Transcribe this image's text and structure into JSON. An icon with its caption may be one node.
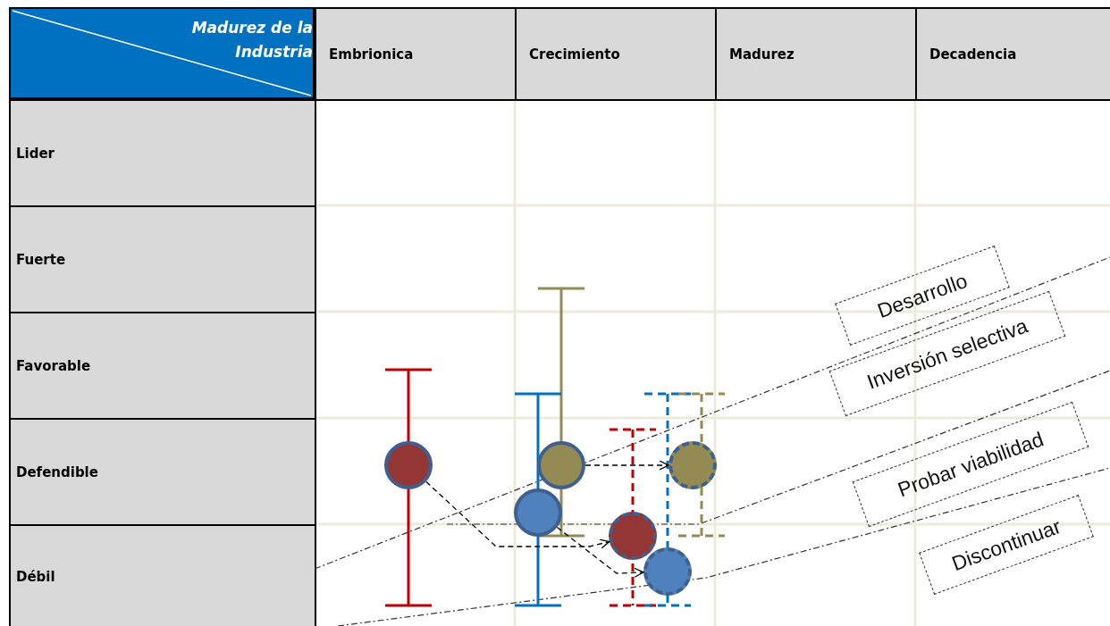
{
  "diagram": {
    "nodes": [
      {
        "text": [],
        "shape": "circle"
      },
      {
        "text": [],
        "shape": "circle"
      },
      {
        "text": [],
        "shape": "circle"
      },
      {
        "text": [],
        "shape": "circle"
      },
      {
        "text": [],
        "shape": "circle"
      },
      {
        "text": [],
        "shape": "circle"
      },
      {
        "text": [
          "Desarrollo"
        ]
      },
      {
        "text": [
          "Inversión selectiva"
        ]
      },
      {
        "text": [
          "Probar viabilidad"
        ]
      },
      {
        "text": [
          "Discontinuar"
        ]
      }
    ],
    "edges": [
      {
        "from": 0,
        "to": 4,
        "arrow": "to",
        "style": "dashed"
      },
      {
        "from": 1,
        "to": 3,
        "arrow": "to",
        "style": "dashed"
      },
      {
        "from": 2,
        "to": 5,
        "arrow": "to",
        "style": "dashed"
      }
    ],
    "labels": [
      "Madurez de la Industria",
      "Embrionica",
      "Crecimiento",
      "Madurez",
      "Decadencia",
      "Lider",
      "Fuerte",
      "Favorable",
      "Defendible",
      "Débil"
    ]
  }
}
